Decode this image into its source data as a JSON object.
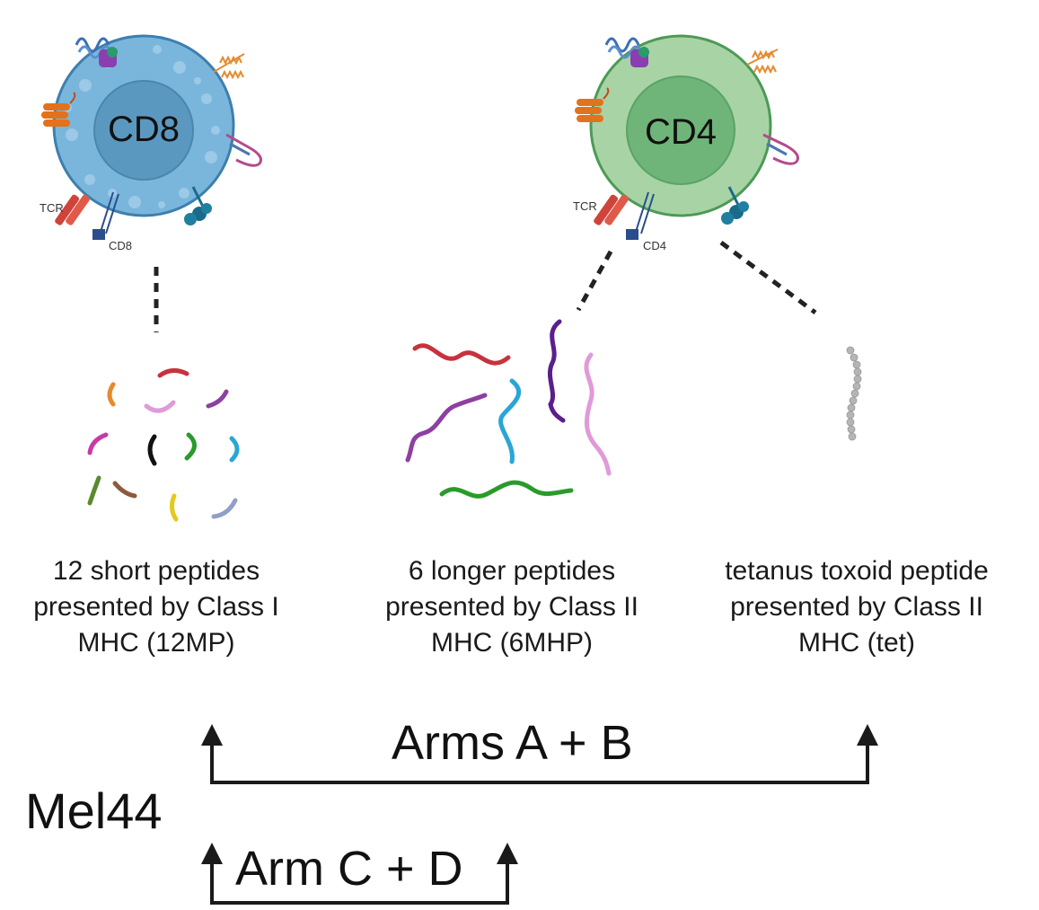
{
  "cells": {
    "cd8": {
      "name": "CD8",
      "tcr_label": "TCR",
      "coreceptor_label": "CD8",
      "body_color": "#7ab6dc",
      "nucleus_color": "#5b98bf",
      "outline_color": "#3d7fae"
    },
    "cd4": {
      "name": "CD4",
      "tcr_label": "TCR",
      "coreceptor_label": "CD4",
      "body_color": "#a8d4a5",
      "nucleus_color": "#6fb478",
      "outline_color": "#4c9a56"
    }
  },
  "captions": {
    "short": [
      "12 short peptides",
      "presented by Class I",
      "MHC (12MP)"
    ],
    "long": [
      "6 longer peptides",
      "presented by Class II",
      "MHC (6MHP)"
    ],
    "tet": [
      "tetanus toxoid peptide",
      "presented by Class II",
      "MHC (tet)"
    ]
  },
  "labels": {
    "arms_ab": "Arms A + B",
    "arms_cd": "Arm C + D",
    "mel44": "Mel44"
  },
  "colors": {
    "peptides": [
      "#c8323c",
      "#e58a2e",
      "#e09ad8",
      "#8e3fa2",
      "#c73aa8",
      "#111111",
      "#2a9b2a",
      "#2aa6d6",
      "#5a8a2e",
      "#8c5a3c",
      "#e6c81e",
      "#8fa0c8",
      "#5a1f8c"
    ],
    "tet_bead": "#b5b5b5",
    "arrow": "#1a1a1a"
  }
}
